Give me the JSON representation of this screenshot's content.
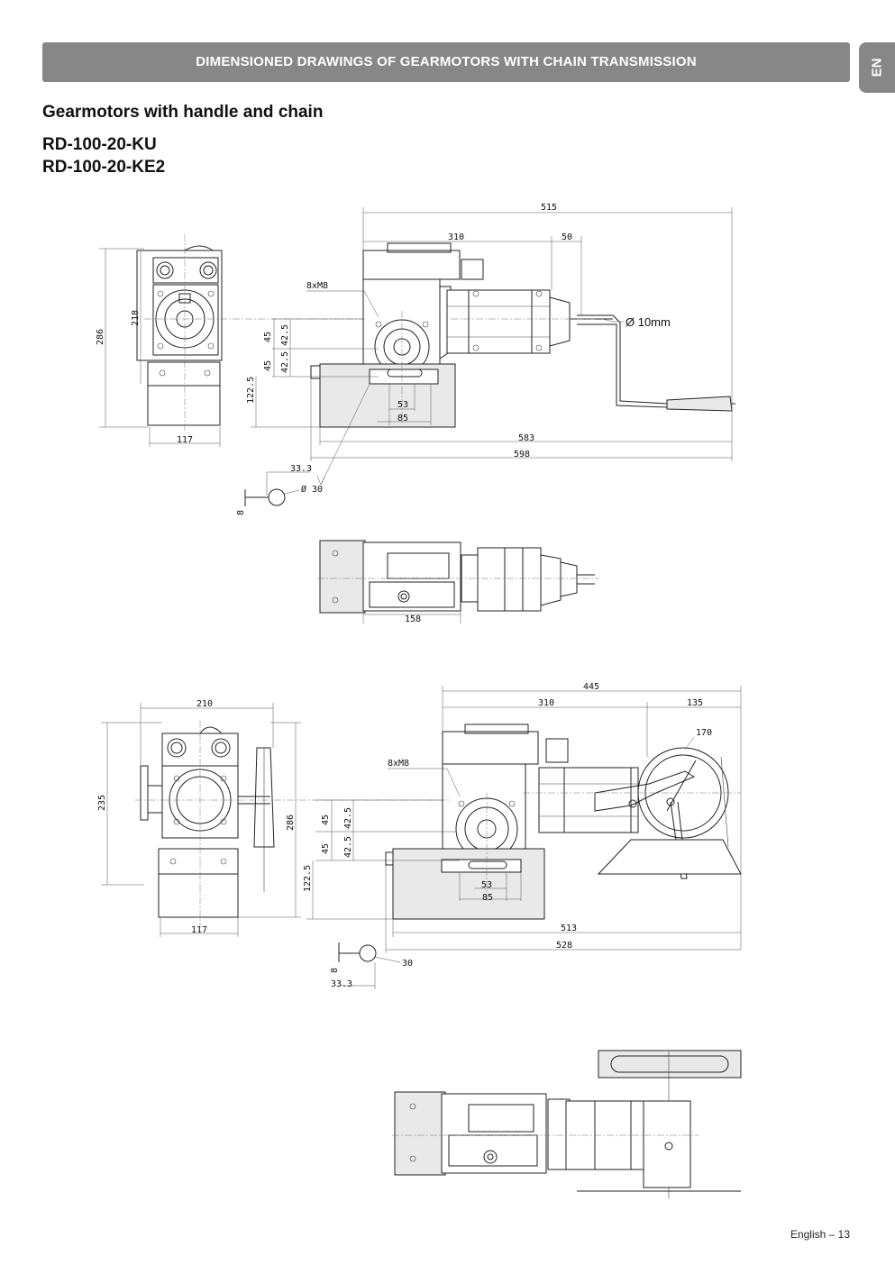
{
  "header": {
    "banner_title": "DIMENSIONED DRAWINGS OF GEARMOTORS WITH CHAIN TRANSMISSION",
    "language_tab": "EN"
  },
  "section_title": "Gearmotors with handle and chain",
  "models": [
    "RD-100-20-KU",
    "RD-100-20-KE2"
  ],
  "drawing1": {
    "d_515": "515",
    "d_310": "310",
    "d_50": "50",
    "bolts": "8xM8",
    "rod_diameter": "Ø 10mm",
    "d_218": "218",
    "d_286": "286",
    "d_45a": "45",
    "d_42_5a": "42.5",
    "d_45b": "45",
    "d_42_5b": "42.5",
    "d_122_5": "122.5",
    "d_53": "53",
    "d_85": "85",
    "d_117": "117",
    "d_583": "583",
    "d_598": "598",
    "d_33_3": "33.3",
    "d_30": "Ø 30",
    "d_8": "8",
    "d_158": "158"
  },
  "drawing2": {
    "d_445": "445",
    "d_210": "210",
    "d_310": "310",
    "d_135": "135",
    "d_170": "170",
    "bolts": "8xM8",
    "d_235": "235",
    "d_286": "286",
    "d_45a": "45",
    "d_42_5a": "42.5",
    "d_45b": "45",
    "d_42_5b": "42.5",
    "d_122_5": "122.5",
    "d_53": "53",
    "d_85": "85",
    "d_117": "117",
    "d_513": "513",
    "d_528": "528",
    "d_30": "30",
    "d_8": "8",
    "d_33_3": "33.3"
  },
  "footer": {
    "page_label": "English – 13"
  }
}
